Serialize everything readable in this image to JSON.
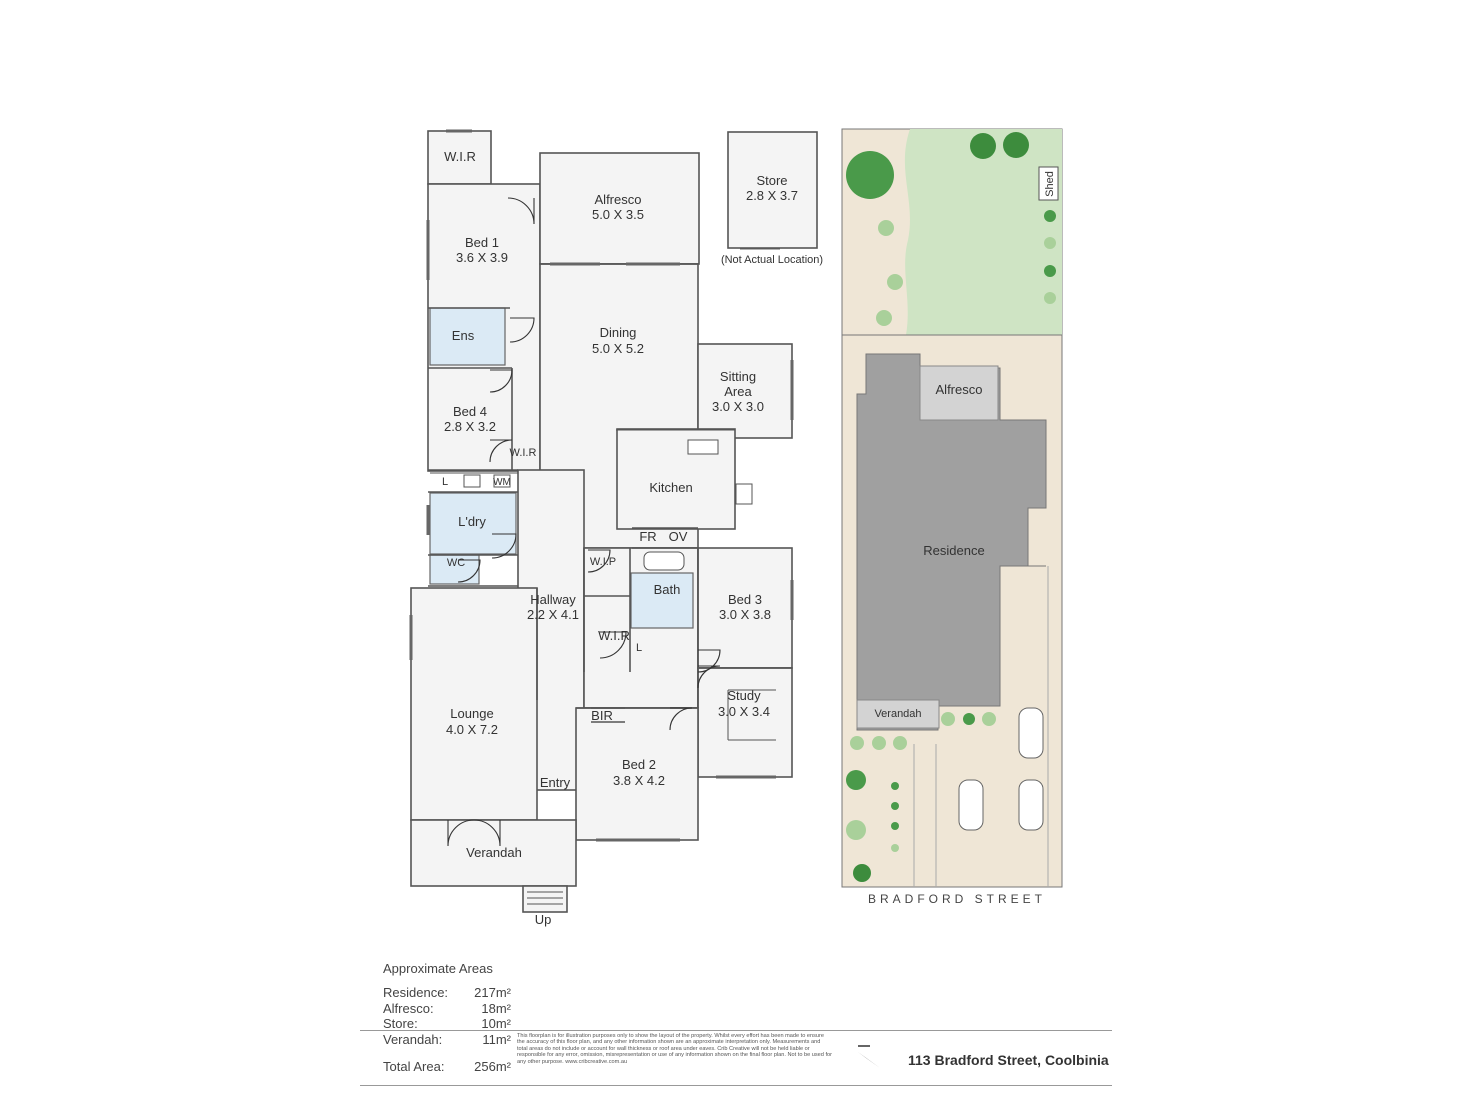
{
  "rooms": {
    "wir_bed1": "W.I.R",
    "alfresco": {
      "name": "Alfresco",
      "size": "5.0 X 3.5"
    },
    "store": {
      "name": "Store",
      "size": "2.8 X 3.7",
      "note": "(Not Actual Location)"
    },
    "bed1": {
      "name": "Bed 1",
      "size": "3.6 X 3.9"
    },
    "ens": "Ens",
    "dining": {
      "name": "Dining",
      "size": "5.0 X 5.2"
    },
    "sitting": {
      "name1": "Sitting",
      "name2": "Area",
      "size": "3.0 X 3.0"
    },
    "bed4": {
      "name": "Bed 4",
      "size": "2.8 X 3.2"
    },
    "wir_bed4": "W.I.R",
    "l": "L",
    "wm": "WM",
    "kitchen": "Kitchen",
    "ldry": "L'dry",
    "wc": "WC",
    "fr": "FR",
    "ov": "OV",
    "wip": "W.I.P",
    "bath": "Bath",
    "bed3": {
      "name": "Bed 3",
      "size": "3.0 X 3.8"
    },
    "hallway": {
      "name": "Hallway",
      "size": "2.2 X 4.1"
    },
    "wir_bed3": "W.I.R",
    "l2": "L",
    "study": {
      "name": "Study",
      "size": "3.0 X 3.4"
    },
    "lounge": {
      "name": "Lounge",
      "size": "4.0 X 7.2"
    },
    "bir": "BIR",
    "bed2": {
      "name": "Bed 2",
      "size": "3.8 X 4.2"
    },
    "entry": "Entry",
    "verandah": "Verandah",
    "up": "Up"
  },
  "site": {
    "shed": "Shed",
    "alfresco": "Alfresco",
    "residence": "Residence",
    "verandah": "Verandah",
    "street": "BRADFORD STREET"
  },
  "areas": {
    "title": "Approximate Areas",
    "rows": [
      {
        "label": "Residence:",
        "value": "217m²"
      },
      {
        "label": "Alfresco:",
        "value": "18m²"
      },
      {
        "label": "Store:",
        "value": "10m²"
      },
      {
        "label": "Verandah:",
        "value": "11m²"
      }
    ],
    "total": {
      "label": "Total Area:",
      "value": "256m²"
    }
  },
  "disclaimer": "This floorplan is for illustration purposes only to show the layout of the property. Whilst every effort has been made to ensure the accuracy of this floor plan, and any other information shown are an approximate interpretation only. Measurements and total areas do not include or account for wall thickness or roof area under eaves. Crib Creative will not be held liable or responsible for any error, omission, misrepresentation or use of any information shown on the final floor plan. Not to be used for any other purpose. www.cribcreative.com.au",
  "address": "113 Bradford Street, Coolbinia",
  "colors": {
    "lawn": "#cfe4c4",
    "yard": "#efe6d6",
    "roof": "#a0a0a0",
    "wet": "#dbeaf5"
  }
}
